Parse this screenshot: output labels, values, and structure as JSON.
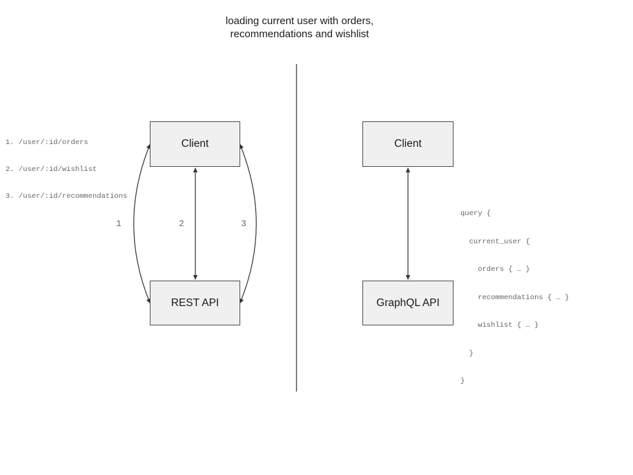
{
  "title": {
    "line1": "loading current user with orders,",
    "line2": "recommendations and wishlist"
  },
  "rest_panel": {
    "client_label": "Client",
    "api_label": "REST API",
    "endpoints": [
      "1. /user/:id/orders",
      "2. /user/:id/wishlist",
      "3. /user/:id/recommendations"
    ],
    "arrow_labels": [
      "1",
      "2",
      "3"
    ]
  },
  "graphql_panel": {
    "client_label": "Client",
    "api_label": "GraphQL API",
    "query_lines": [
      "query {",
      "  current_user {",
      "    orders { … }",
      "    recommendations { … }",
      "    wishlist { … }",
      "  }",
      "}"
    ]
  },
  "colors": {
    "background": "#ffffff",
    "box_fill": "#f0f0f0",
    "box_border": "#4d4d4d",
    "arrow": "#333333",
    "divider": "#4d4d4d",
    "text": "#1a1a1a",
    "code_text": "#666666",
    "arrow_label": "#666666"
  }
}
